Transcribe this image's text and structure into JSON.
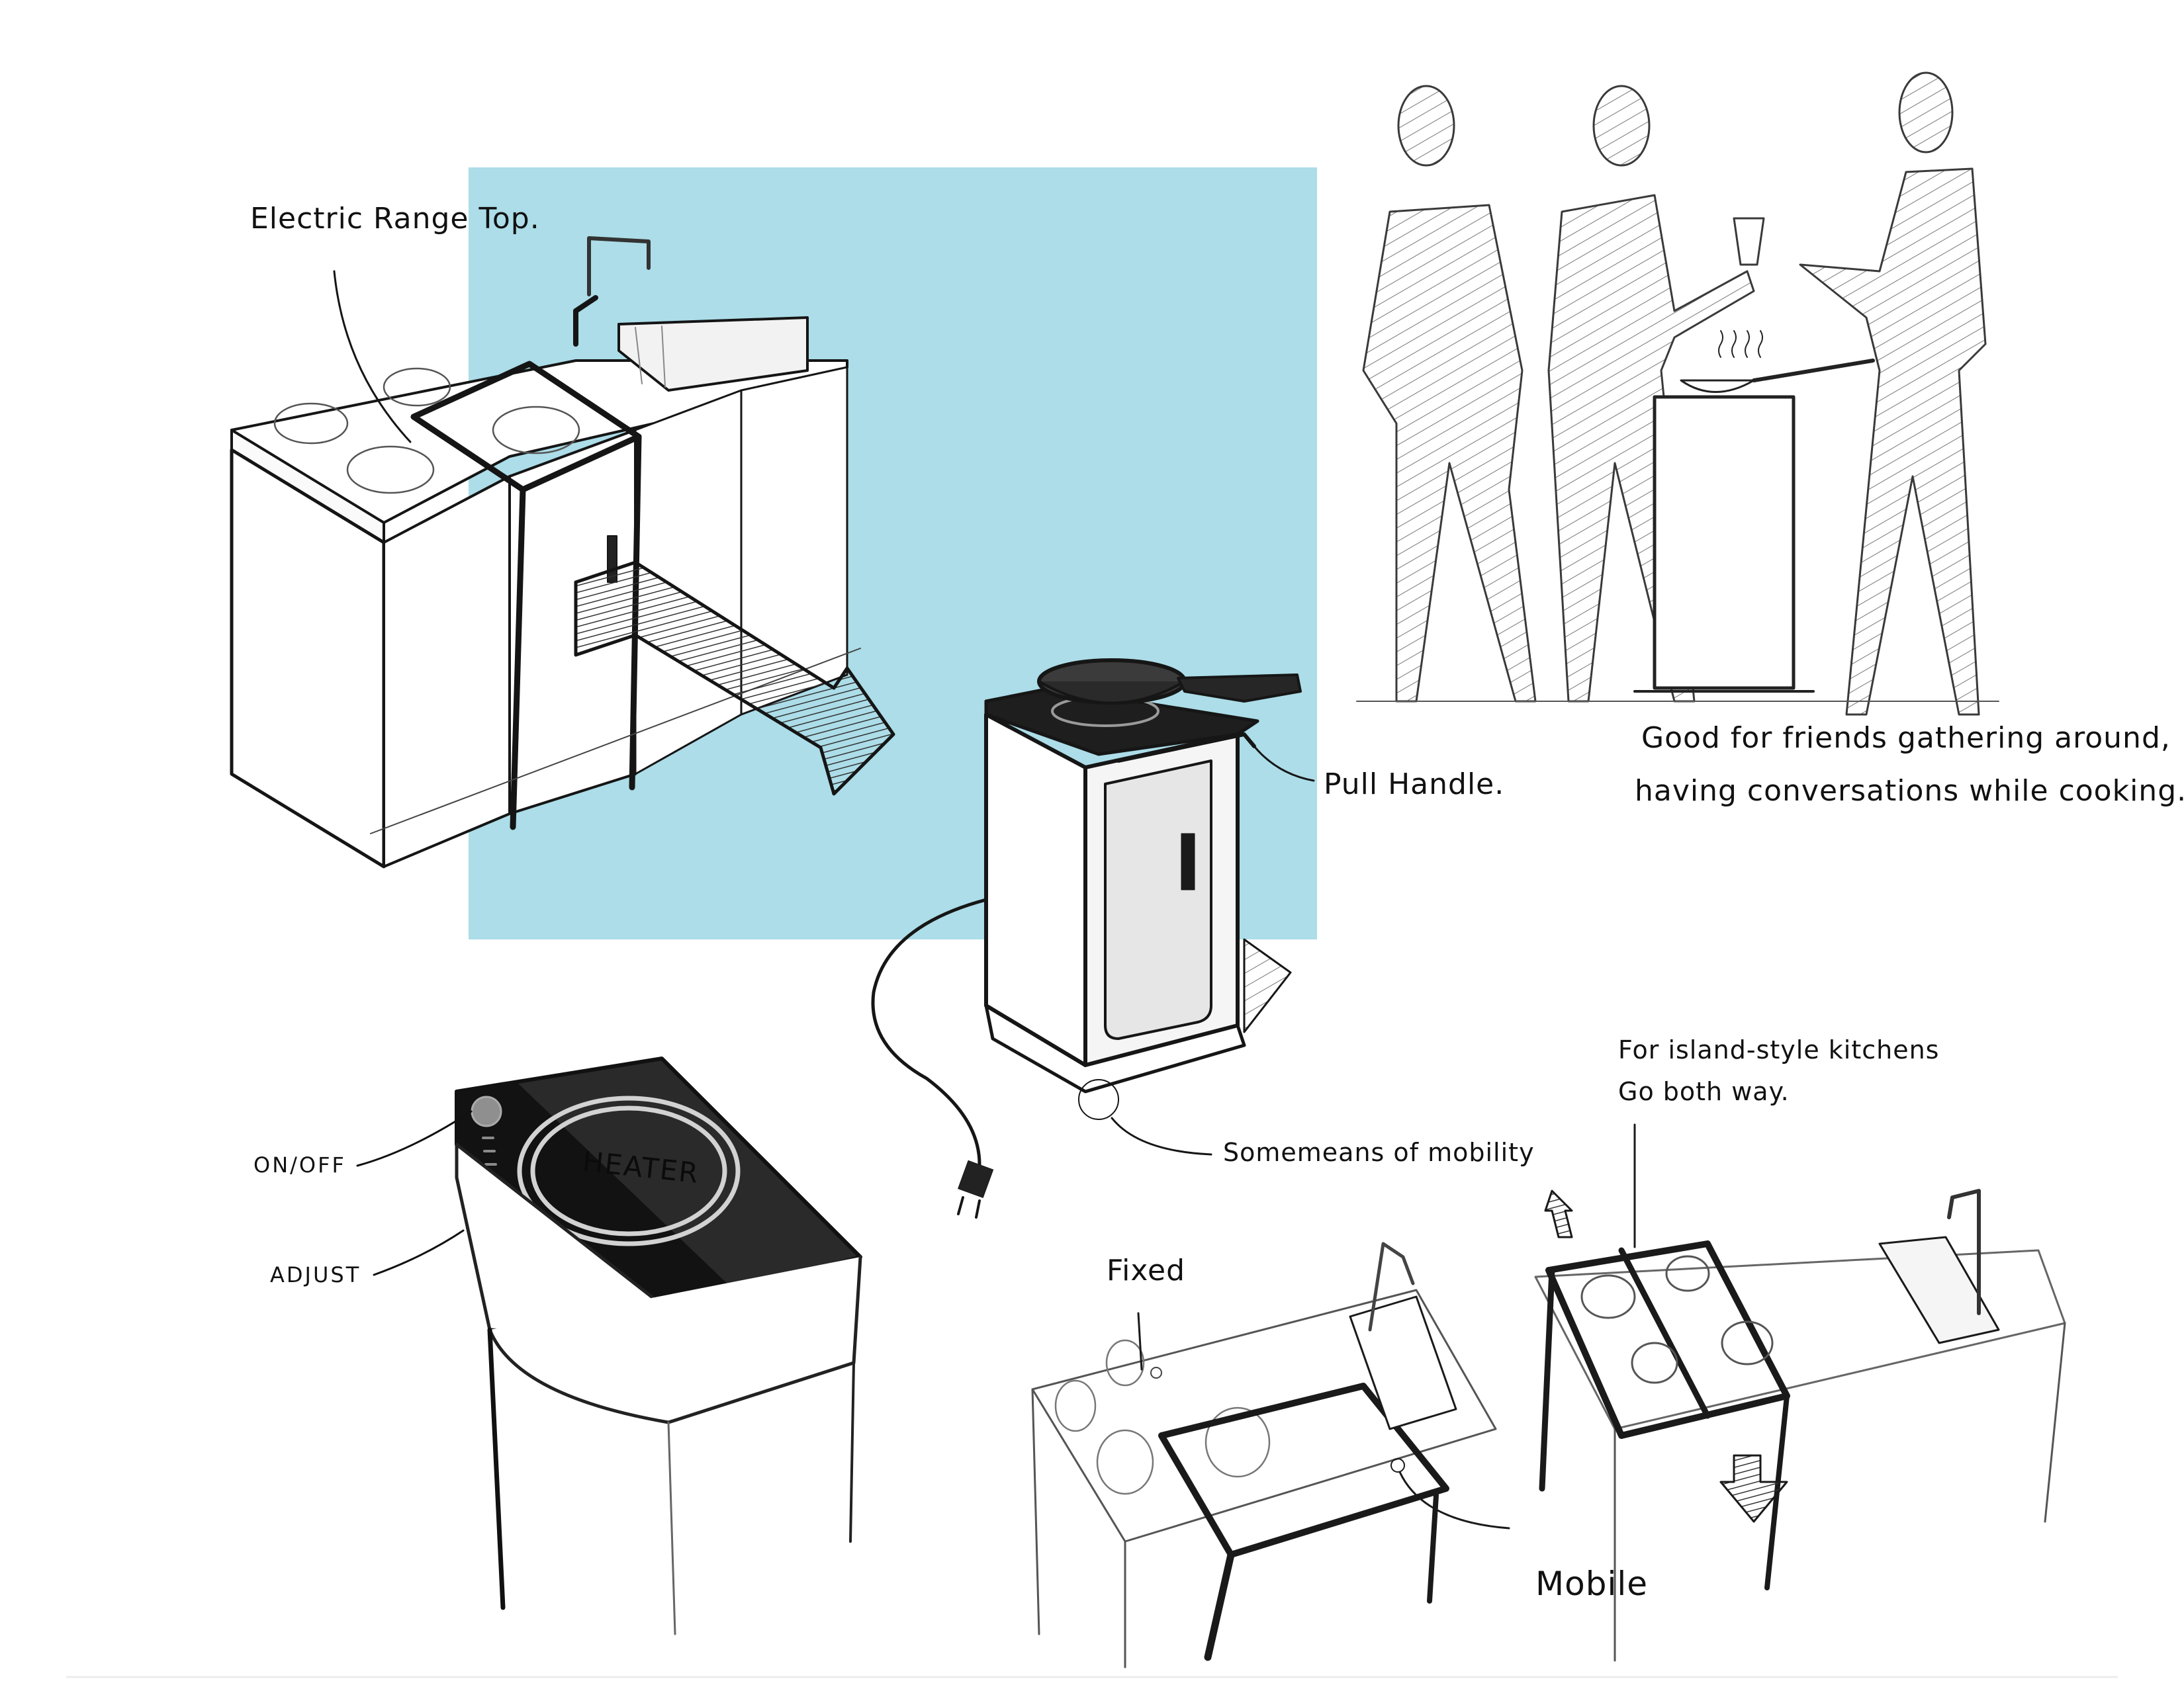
{
  "sheet": {
    "background_color": "#ffffff",
    "backdrop_panel_color": "#acdde8",
    "ink_color": "#111111"
  },
  "annotations": {
    "electric_range_top": "Electric Range Top.",
    "pull_handle": "Pull Handle.",
    "good_for_friends_line1": "Good for friends gathering around,",
    "good_for_friends_line2": "having conversations while cooking.",
    "on_off": "ON/OFF",
    "adjust": "ADJUST",
    "heater": "HEATER",
    "some_means_of_mobility": "Somemeans of mobility",
    "island_line1": "For island-style kitchens",
    "island_line2": "Go both way.",
    "fixed": "Fixed",
    "mobile": "Mobile"
  },
  "sketches": [
    {
      "id": "kitchen-counter-with-range",
      "label": "Counter with sink and electric range top, arrow showing pull-out module"
    },
    {
      "id": "mobile-cooking-cart",
      "label": "Mobile cart with induction top, frying pan, pull handle and power cord"
    },
    {
      "id": "friends-gathering-scene",
      "label": "Three people standing around the cart while cooking"
    },
    {
      "id": "induction-heater-module",
      "label": "Black glass induction heater top with ON/OFF and ADJUST controls"
    },
    {
      "id": "island-kitchen-fixed-mobile",
      "label": "Fixed counter vs mobile module, island-style two-way arrangement"
    }
  ]
}
